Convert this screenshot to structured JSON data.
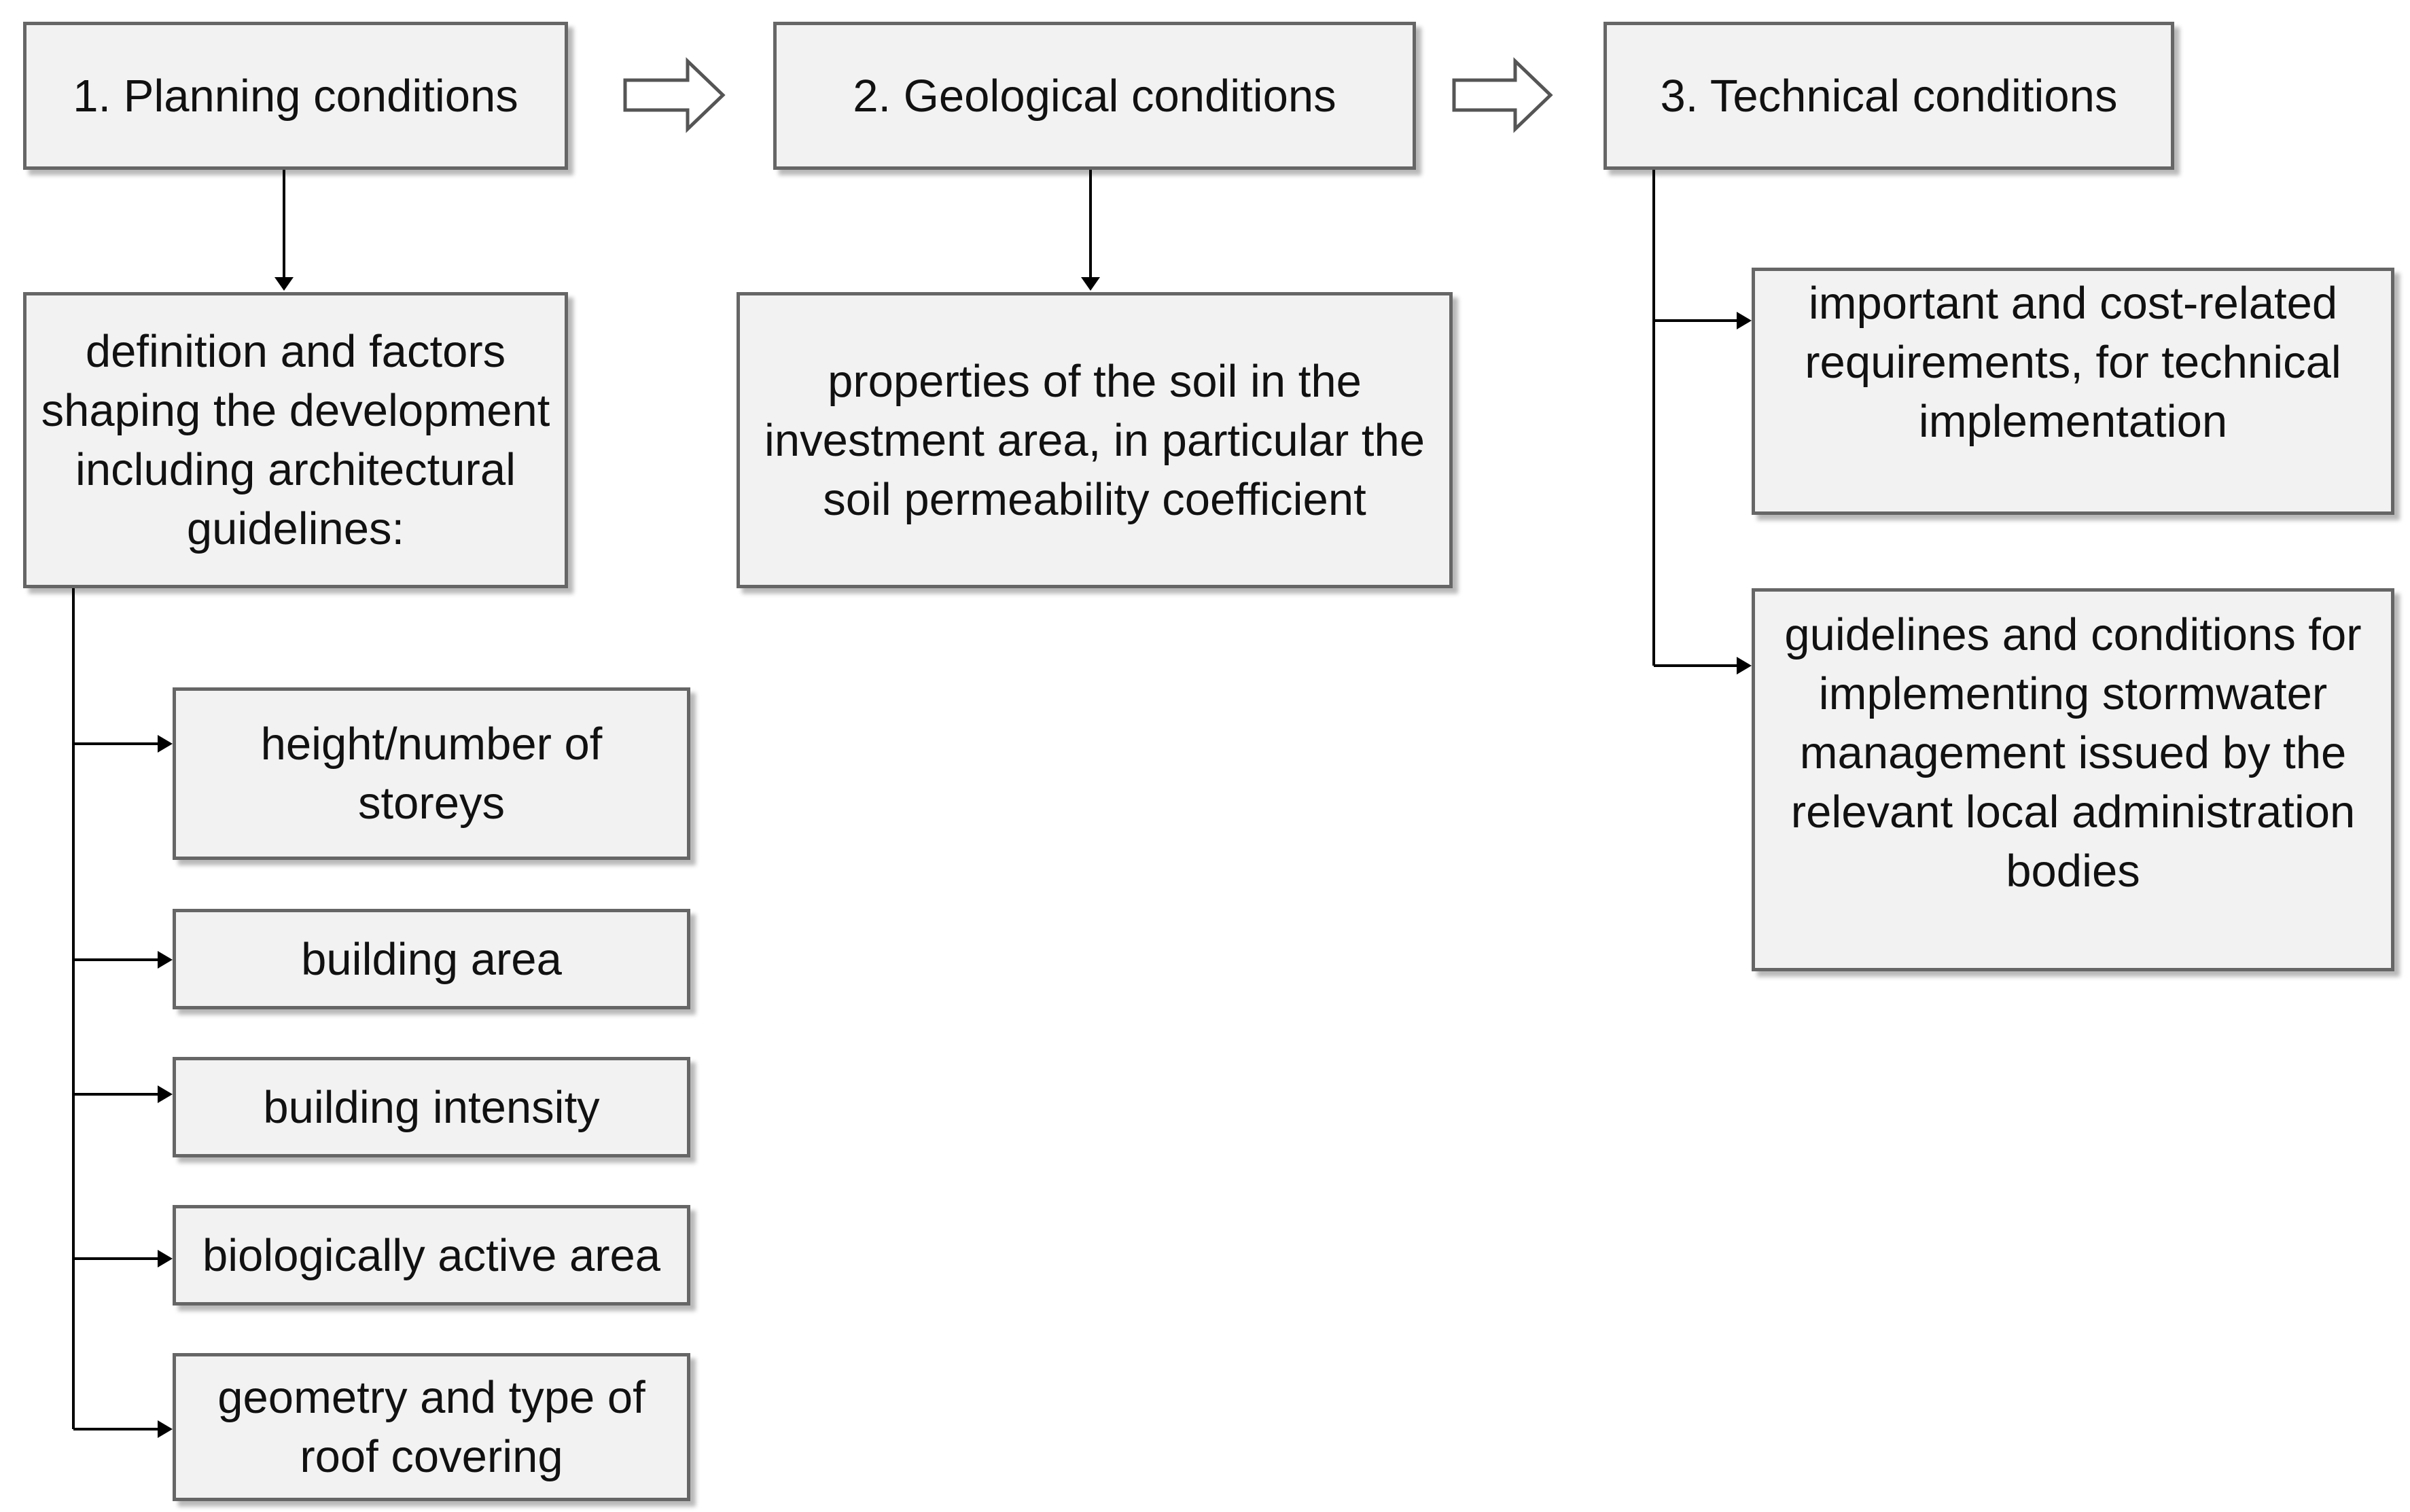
{
  "colors": {
    "box_fill": "#f2f2f2",
    "box_border": "#666666",
    "line": "#000000",
    "text": "#111111"
  },
  "columns": [
    {
      "header": "1. Planning conditions",
      "detail": "definition and factors shaping the development including architectural guidelines:",
      "items": [
        "height/number of storeys",
        "building area",
        "building intensity",
        "biologically active area",
        "geometry and type of roof covering"
      ]
    },
    {
      "header": "2. Geological conditions",
      "detail": "properties of the soil in the investment area, in particular the soil permeability coefficient",
      "items": []
    },
    {
      "header": "3. Technical conditions",
      "items": [
        "important and cost-related requirements, for technical implementation",
        "guidelines and conditions for implementing stormwater management issued by the relevant local administration bodies"
      ]
    }
  ],
  "flow_arrows": [
    "hollow-right-arrow-icon",
    "hollow-right-arrow-icon"
  ]
}
